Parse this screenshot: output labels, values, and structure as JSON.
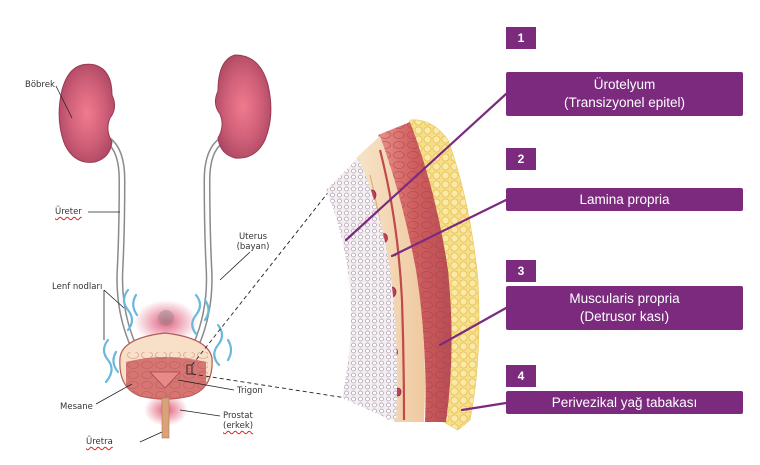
{
  "anatomy_labels": {
    "kidney": "Böbrek",
    "ureter": "Üreter",
    "uterus_line1": "Uterus",
    "uterus_line2": "(bayan)",
    "lymph_nodes": "Lenf nodları",
    "trigone": "Trigon",
    "bladder": "Mesane",
    "prostate_line1": "Prostat",
    "prostate_line2": "(erkek)",
    "urethra": "Üretra"
  },
  "layers": [
    {
      "number": "1",
      "line1": "Ürotelyum",
      "line2": "(Transizyonel epitel)"
    },
    {
      "number": "2",
      "line1": "Lamina propria",
      "line2": ""
    },
    {
      "number": "3",
      "line1": "Muscularis propria",
      "line2": "(Detrusor kası)"
    },
    {
      "number": "4",
      "line1": "Perivezikal yağ tabakası",
      "line2": ""
    }
  ],
  "colors": {
    "label_box": "#7b2a7e",
    "kidney": "#c65a73",
    "muscle": "#cf6464",
    "fat": "#f5d878",
    "lymph": "#6ab8dc"
  }
}
